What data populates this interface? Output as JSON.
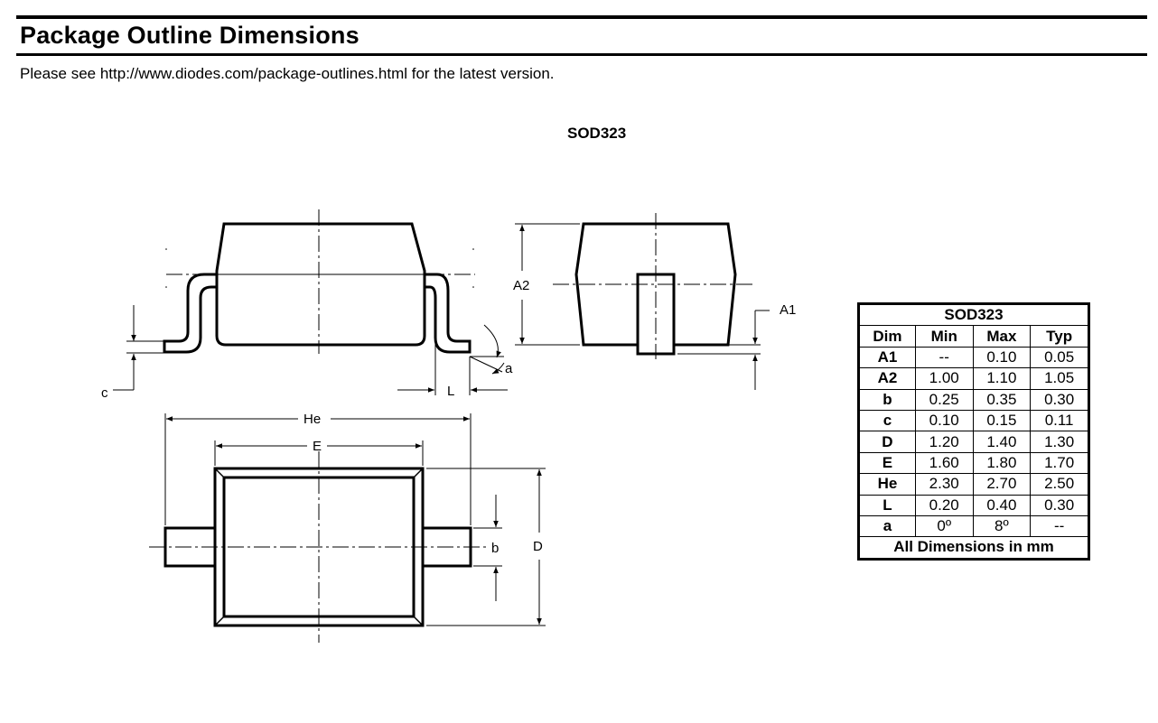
{
  "header": {
    "title": "Package Outline Dimensions",
    "note": "Please see http://www.diodes.com/package-outlines.html for the latest version."
  },
  "drawing": {
    "package_name": "SOD323",
    "labels": {
      "c": "c",
      "L": "L",
      "a": "a",
      "A2": "A2",
      "A1": "A1",
      "He": "He",
      "E": "E",
      "b": "b",
      "D": "D"
    }
  },
  "table": {
    "title": "SOD323",
    "columns": [
      "Dim",
      "Min",
      "Max",
      "Typ"
    ],
    "rows": [
      [
        "A1",
        "--",
        "0.10",
        "0.05"
      ],
      [
        "A2",
        "1.00",
        "1.10",
        "1.05"
      ],
      [
        "b",
        "0.25",
        "0.35",
        "0.30"
      ],
      [
        "c",
        "0.10",
        "0.15",
        "0.11"
      ],
      [
        "D",
        "1.20",
        "1.40",
        "1.30"
      ],
      [
        "E",
        "1.60",
        "1.80",
        "1.70"
      ],
      [
        "He",
        "2.30",
        "2.70",
        "2.50"
      ],
      [
        "L",
        "0.20",
        "0.40",
        "0.30"
      ],
      [
        "a",
        "0º",
        "8º",
        "--"
      ]
    ],
    "footer": "All Dimensions in mm"
  }
}
